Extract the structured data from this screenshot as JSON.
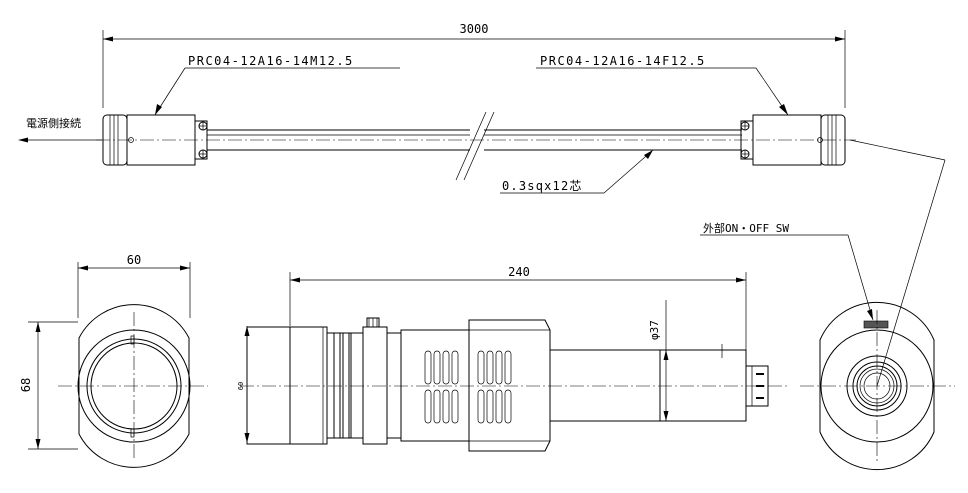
{
  "dimensions": {
    "overall_length": "3000",
    "front_width": "60",
    "front_height": "68",
    "side_length": "240",
    "side_height": "60",
    "cable_diameter": "φ37"
  },
  "labels": {
    "left_connector": "PRC04-12A16-14M12.5",
    "right_connector": "PRC04-12A16-14F12.5",
    "power_side": "電源側接続",
    "cable_spec": "0.3sqx12芯",
    "switch_label": "外部ON・OFF SW"
  }
}
